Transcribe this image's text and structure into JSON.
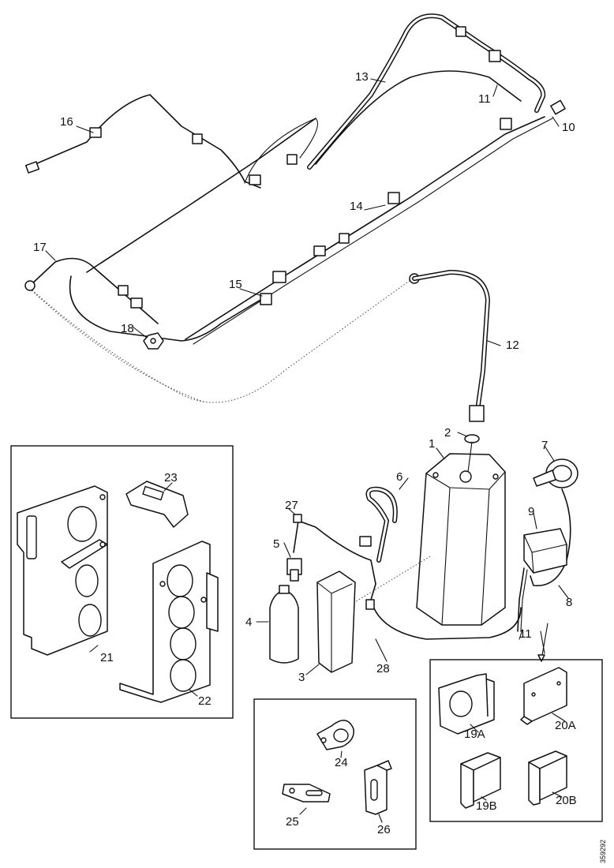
{
  "labels": {
    "l1": "1",
    "l2": "2",
    "l3": "3",
    "l4": "4",
    "l5": "5",
    "l6": "6",
    "l7": "7",
    "l8": "8",
    "l9": "9",
    "l10": "10",
    "l11a": "11",
    "l11b": "11",
    "l12": "12",
    "l13": "13",
    "l14": "14",
    "l15": "15",
    "l16": "16",
    "l17": "17",
    "l18": "18",
    "l19a": "19A",
    "l19b": "19B",
    "l20a": "20A",
    "l20b": "20B",
    "l21": "21",
    "l22": "22",
    "l23": "23",
    "l24": "24",
    "l25": "25",
    "l26": "26",
    "l27": "27",
    "l28": "28"
  },
  "doc_id": "359292"
}
